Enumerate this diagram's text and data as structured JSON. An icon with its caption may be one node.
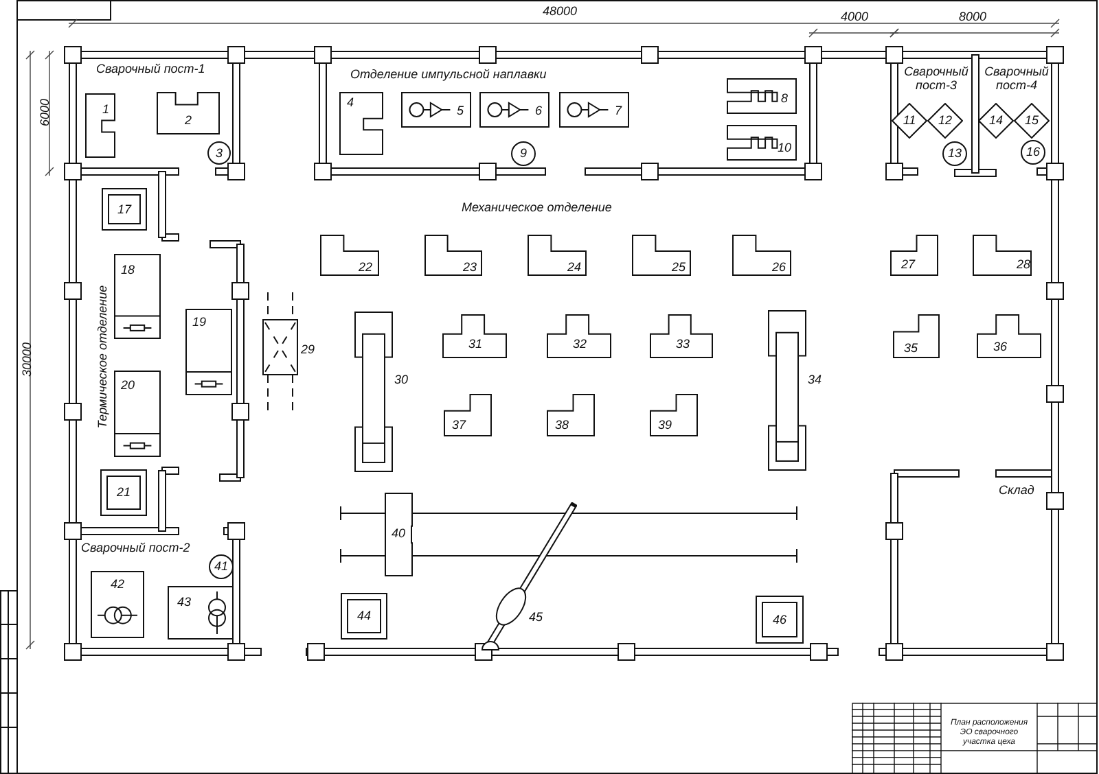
{
  "diagram": {
    "nodes": [
      {
        "text": [
          "1"
        ]
      },
      {
        "text": [
          "2"
        ]
      },
      {
        "text": [
          "3"
        ]
      },
      {
        "text": [
          "4"
        ]
      },
      {
        "text": [
          "5"
        ]
      },
      {
        "text": [
          "6"
        ]
      },
      {
        "text": [
          "7"
        ]
      },
      {
        "text": [
          "8"
        ]
      },
      {
        "text": [
          "9"
        ]
      },
      {
        "text": [
          "10"
        ]
      },
      {
        "text": [
          "11"
        ]
      },
      {
        "text": [
          "12"
        ]
      },
      {
        "text": [
          "13"
        ]
      },
      {
        "text": [
          "14"
        ]
      },
      {
        "text": [
          "15"
        ]
      },
      {
        "text": [
          "16"
        ]
      },
      {
        "text": [
          "17"
        ]
      },
      {
        "text": [
          "18"
        ]
      },
      {
        "text": [
          "19"
        ]
      },
      {
        "text": [
          "20"
        ]
      },
      {
        "text": [
          "21"
        ]
      },
      {
        "text": [
          "22"
        ]
      },
      {
        "text": [
          "23"
        ]
      },
      {
        "text": [
          "24"
        ]
      },
      {
        "text": [
          "25"
        ]
      },
      {
        "text": [
          "26"
        ]
      },
      {
        "text": [
          "27"
        ]
      },
      {
        "text": [
          "28"
        ]
      },
      {
        "text": [
          "29"
        ]
      },
      {
        "text": [
          "30"
        ]
      },
      {
        "text": [
          "31"
        ]
      },
      {
        "text": [
          "32"
        ]
      },
      {
        "text": [
          "33"
        ]
      },
      {
        "text": [
          "34"
        ]
      },
      {
        "text": [
          "35"
        ]
      },
      {
        "text": [
          "36"
        ]
      },
      {
        "text": [
          "37"
        ]
      },
      {
        "text": [
          "38"
        ]
      },
      {
        "text": [
          "39"
        ]
      },
      {
        "text": [
          "40"
        ]
      },
      {
        "text": [
          "41"
        ]
      },
      {
        "text": [
          "42"
        ]
      },
      {
        "text": [
          "43"
        ]
      },
      {
        "text": [
          "44"
        ]
      },
      {
        "text": [
          "45"
        ]
      },
      {
        "text": [
          "46"
        ]
      }
    ],
    "labels": [
      "48000",
      "4000",
      "8000",
      "Сварочный пост-1",
      "Отделение импульсной наплавки",
      "Сварочный пост-3",
      "Сварочный пост-4",
      "6000",
      "Механическое отделение",
      "30000",
      "Термическое отделение",
      "Склад",
      "Сварочный пост-2",
      "План расположения ЭО сварочного участка цеха"
    ]
  }
}
